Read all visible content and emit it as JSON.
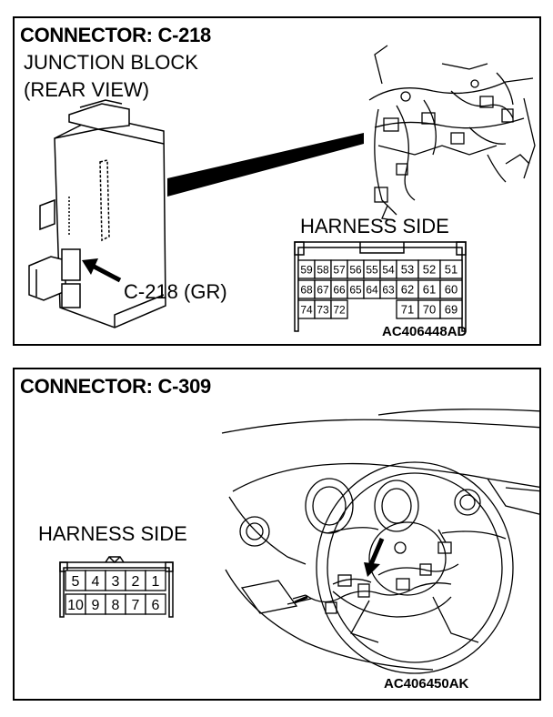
{
  "panel_top": {
    "title": "CONNECTOR: C-218",
    "subtitle_line1": "JUNCTION BLOCK",
    "subtitle_line2": "(REAR VIEW)",
    "callout": "C-218 (GR)",
    "harness_label": "HARNESS SIDE",
    "code": "AC406448AD",
    "pins_row1": [
      "59",
      "58",
      "57",
      "56",
      "55",
      "54",
      "53",
      "52",
      "51"
    ],
    "pins_row2": [
      "68",
      "67",
      "66",
      "65",
      "64",
      "63",
      "62",
      "61",
      "60"
    ],
    "pins_row3_left": [
      "74",
      "73",
      "72"
    ],
    "pins_row3_right": [
      "71",
      "70",
      "69"
    ]
  },
  "panel_bottom": {
    "title": "CONNECTOR: C-309",
    "harness_label": "HARNESS SIDE",
    "code": "AC406450AK",
    "pins_row1": [
      "5",
      "4",
      "3",
      "2",
      "1"
    ],
    "pins_row2": [
      "10",
      "9",
      "8",
      "7",
      "6"
    ]
  }
}
